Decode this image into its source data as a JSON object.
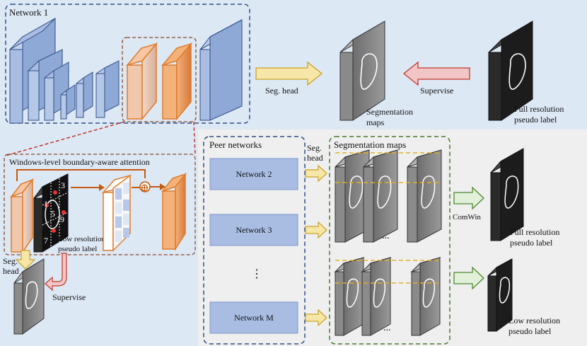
{
  "network1": {
    "title": "Network 1"
  },
  "top": {
    "seg_head": "Seg. head",
    "seg_maps": [
      "Segmentation",
      "maps"
    ],
    "supervise": "Supervise",
    "full_label": [
      "Full resolution",
      "pseudo label"
    ]
  },
  "attention": {
    "title": "Windows-level boundary-aware attention",
    "low_label": [
      "Low resolution",
      "pseudo label"
    ],
    "numbers": [
      "3",
      "1",
      "5",
      "9",
      "7"
    ],
    "plus": "⊕"
  },
  "left_bottom": {
    "seg_head": [
      "Seg.",
      "head"
    ],
    "supervise": "Supervise"
  },
  "peer": {
    "title": "Peer networks",
    "seg_head": [
      "Seg.",
      "head"
    ],
    "networks": [
      "Network 2",
      "Network 3",
      "Network M"
    ],
    "vdots": "⋮"
  },
  "segmaps": {
    "title": "Segmentation maps",
    "ellipsis": [
      "...",
      "..."
    ]
  },
  "right": {
    "comwin": "ComWin",
    "full_label": [
      "Full resolution",
      "pseudo label"
    ],
    "low_label": [
      "Low resolution",
      "pseudo label"
    ]
  },
  "colors": {
    "top_bg": "#dde8f5",
    "bottom_left_bg": "#dde8f5",
    "bottom_right_bg": "#efefef",
    "blue_block": "#8ea9d6",
    "orange_border": "#e07b2a",
    "yellow_arrow": "#f6e7a8",
    "red_arrow": "#f2c6c6"
  }
}
